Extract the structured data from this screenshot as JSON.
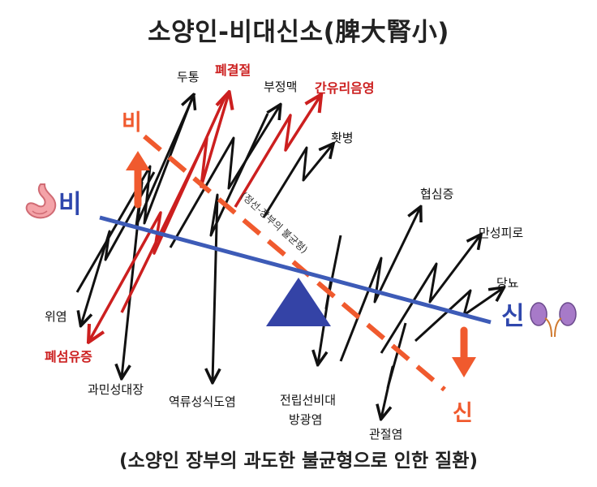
{
  "title": "소양인-비대신소(脾大腎小)",
  "subtitle": "(소양인 장부의 과도한 불균형으로 인한 질환)",
  "balance": {
    "left_label": "비",
    "right_label": "신",
    "tilt_left_label": "비",
    "tilt_right_label": "신",
    "tilt_caption": "(정선-장부의 불균형)"
  },
  "diseases_upper": {
    "dutong": "두통",
    "pyegyeoljeol": "폐결절",
    "bujeongmaek": "부정맥",
    "ganyurieumyeong": "간유리음영",
    "hwabyeong": "홧병",
    "hyeopsimjeung": "협심증",
    "mansengpiro": "만성피로",
    "dangnyo": "당뇨"
  },
  "diseases_lower": {
    "wiyeom": "위염",
    "pyesomyujeung": "폐섬유증",
    "gwaminseong": "과민성대장",
    "yeongnyu": "역류성식도염",
    "jeonripseon_1": "전립선비대",
    "jeonripseon_2": "방광염",
    "gwanjeolyeom": "관절염"
  },
  "colors": {
    "blue_line": "#3d5bb7",
    "triangle": "#3443a6",
    "dashed": "#f05a2e",
    "red_arrow": "#cc1f1f",
    "black_arrow": "#111111"
  },
  "icons": {
    "stomach": "stomach-icon",
    "kidney": "kidney-icon"
  }
}
